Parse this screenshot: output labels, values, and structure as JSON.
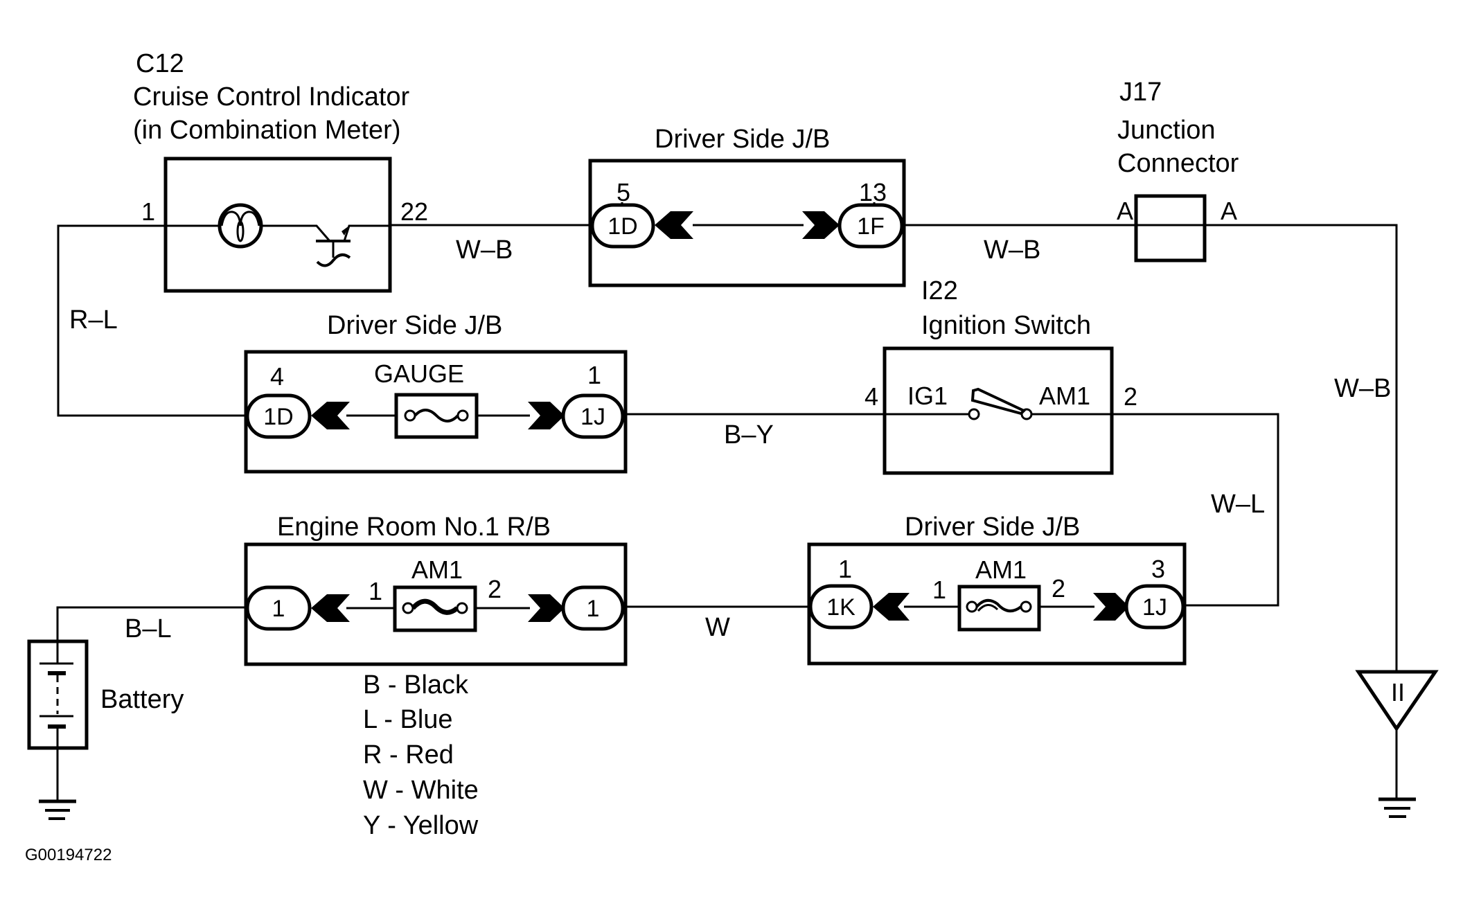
{
  "diagram": {
    "figure_id": "G00194722",
    "components": {
      "c12": {
        "code": "C12",
        "name": "Cruise Control Indicator",
        "sub": "(in Combination Meter)",
        "pin_left": "1",
        "pin_right": "22"
      },
      "jb_top": {
        "title": "Driver Side J/B",
        "left_pin": "5",
        "left_conn": "1D",
        "right_pin": "13",
        "right_conn": "1F"
      },
      "j17": {
        "code": "J17",
        "name_line1": "Junction",
        "name_line2": "Connector",
        "pin_left": "A",
        "pin_right": "A"
      },
      "jb_gauge": {
        "title": "Driver Side J/B",
        "fuse": "GAUGE",
        "left_pin": "4",
        "left_conn": "1D",
        "right_pin": "1",
        "right_conn": "1J"
      },
      "i22": {
        "code": "I22",
        "name": "Ignition Switch",
        "pin_left": "4",
        "pin_right": "2",
        "term_left": "IG1",
        "term_right": "AM1"
      },
      "rb_engine": {
        "title": "Engine Room No.1 R/B",
        "fuse": "AM1",
        "fuse_pin_left": "1",
        "fuse_pin_right": "2",
        "left_conn": "1",
        "right_conn": "1"
      },
      "jb_bottom": {
        "title": "Driver Side J/B",
        "fuse": "AM1",
        "fuse_pin_left": "1",
        "fuse_pin_right": "2",
        "left_pin": "1",
        "left_conn": "1K",
        "right_pin": "3",
        "right_conn": "1J"
      },
      "battery": {
        "name": "Battery"
      },
      "ground_point": {
        "code": "II"
      }
    },
    "wires": {
      "rl": "R–L",
      "wb1": "W–B",
      "wb2": "W–B",
      "wb3": "W–B",
      "by": "B–Y",
      "wl": "W–L",
      "w": "W",
      "bl": "B–L"
    },
    "legend": [
      "B - Black",
      "L - Blue",
      "R - Red",
      "W - White",
      "Y - Yellow"
    ]
  }
}
